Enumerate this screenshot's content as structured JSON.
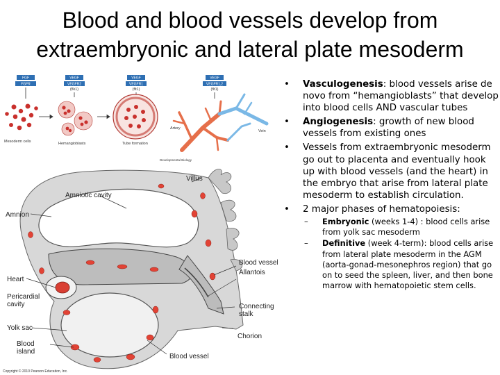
{
  "slide": {
    "title_line1": "Blood and blood vessels develop from",
    "title_line2": "extraembryonic and lateral plate mesoderm"
  },
  "top_figure": {
    "receptor_boxes": [
      {
        "top": "FGF",
        "bottom": "FGFR"
      },
      {
        "top": "VEGF",
        "bottom": "VEGFR2"
      },
      {
        "top": "VEGF",
        "bottom": "VEGFR1"
      },
      {
        "top": "VEGF",
        "bottom": "VEGFR1,2"
      }
    ],
    "receptor_notes": [
      "(flk1)",
      "(flt1)",
      "(flt1)"
    ],
    "captions": [
      "Mesoderm cells",
      "Hemangioblasts",
      "Tube formation",
      "Artery",
      "Vein"
    ],
    "credit": "Developmental Biology"
  },
  "bottom_figure": {
    "labels": {
      "amniotic_cavity": "Amniotic cavity",
      "villus": "Villus",
      "amnion": "Amnion",
      "blood_vessels": "Blood vessels",
      "allantois": "Allantois",
      "heart": "Heart",
      "pericardial": "Pericardial",
      "cavity": "cavity",
      "connecting": "Connecting",
      "stalk": "stalk",
      "yolk_sac": "Yolk sac",
      "chorion": "Chorion",
      "blood_island1": "Blood",
      "blood_island2": "island",
      "blood_vessel": "Blood vessel"
    },
    "copyright": "Copyright © 2010 Pearson Education, Inc."
  },
  "bullets": [
    {
      "term": "Vasculogenesis",
      "text": ": blood vessels arise de novo from “hemangioblasts” that develop into blood cells AND vascular tubes"
    },
    {
      "term": "Angiogenesis",
      "text": ": growth of new blood vessels from existing ones"
    },
    {
      "term": "",
      "text": "Vessels from extraembryonic mesoderm go out to placenta and eventually hook up with blood vessels (and the heart) in the embryo that arise from lateral plate mesoderm to establish circulation."
    },
    {
      "term": "",
      "text": "2 major phases of hematopoiesis:"
    }
  ],
  "sub_bullets": [
    {
      "term": "Embryonic",
      "text": " (weeks 1-4) : blood cells arise from yolk sac mesoderm"
    },
    {
      "term": "Definitive",
      "text": " (week 4-term): blood cells arise from lateral plate mesoderm in the AGM (aorta-gonad-mesonephros region) that go on to seed the spleen, liver, and then bone marrow with hematopoietic stem cells."
    }
  ]
}
